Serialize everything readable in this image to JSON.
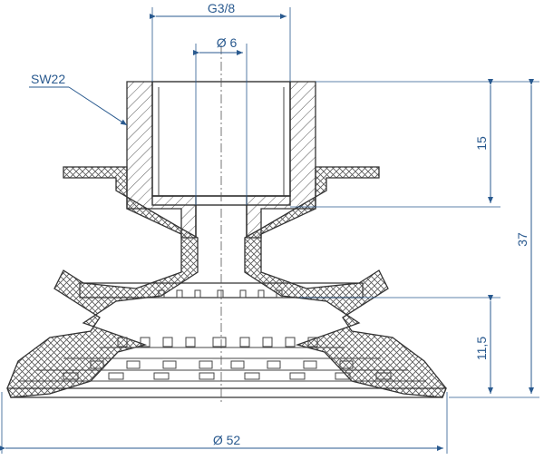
{
  "drawing": {
    "labels": {
      "thread": "G3/8",
      "inner_diameter": "Ø 6",
      "wrench_size": "SW22",
      "thread_depth": "15",
      "total_height": "37",
      "lip_height": "11,5",
      "outer_diameter": "Ø 52"
    },
    "colors": {
      "dimension": "#2a5a8f",
      "outline": "#333333"
    }
  }
}
